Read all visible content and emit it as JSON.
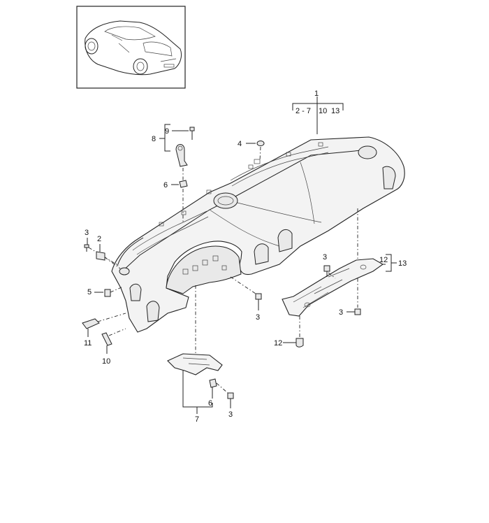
{
  "callouts": {
    "c1": "1",
    "c1_range": "2 - 7",
    "c1_a": "10",
    "c1_b": "13",
    "c2": "2",
    "c3a": "3",
    "c3b": "3",
    "c3c": "3",
    "c3d": "3",
    "c3e": "3",
    "c4": "4",
    "c5": "5",
    "c6a": "6",
    "c6b": "6",
    "c7": "7",
    "c8": "8",
    "c9": "9",
    "c10": "10",
    "c11": "11",
    "c12a": "12",
    "c12b": "12",
    "c13": "13"
  }
}
